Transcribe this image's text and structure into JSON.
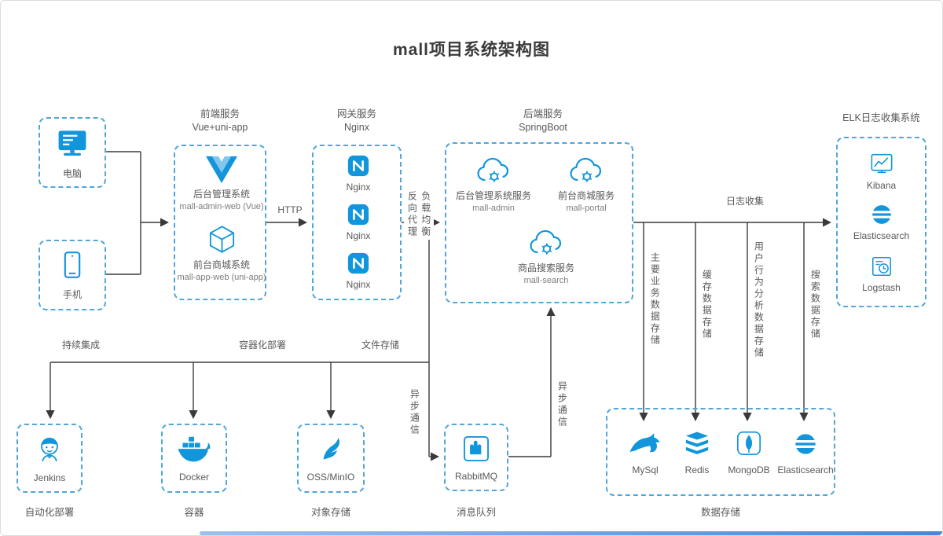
{
  "title": "mall项目系统架构图",
  "clients": {
    "computer": "电脑",
    "phone": "手机"
  },
  "frontend": {
    "title": "前端服务",
    "subtitle": "Vue+uni-app",
    "services": [
      {
        "name": "后台管理系统",
        "id": "mall-admin-web (Vue)"
      },
      {
        "name": "前台商城系统",
        "id": "mall-app-web (uni-app)"
      }
    ]
  },
  "gateway": {
    "title": "网关服务",
    "subtitle": "Nginx",
    "services": [
      {
        "name": "Nginx"
      },
      {
        "name": "Nginx"
      },
      {
        "name": "Nginx"
      }
    ]
  },
  "backend": {
    "title": "后端服务",
    "subtitle": "SpringBoot",
    "services": [
      {
        "name": "后台管理系统服务",
        "id": "mall-admin"
      },
      {
        "name": "前台商城服务",
        "id": "mall-portal"
      },
      {
        "name": "商品搜索服务",
        "id": "mall-search"
      }
    ]
  },
  "elk": {
    "title": "ELK日志收集系统",
    "services": [
      {
        "name": "Kibana"
      },
      {
        "name": "Elasticsearch"
      },
      {
        "name": "Logstash"
      }
    ]
  },
  "tools": [
    {
      "name": "Jenkins",
      "caption": "自动化部署"
    },
    {
      "name": "Docker",
      "caption": "容器"
    },
    {
      "name": "OSS/MinIO",
      "caption": "对象存储"
    },
    {
      "name": "RabbitMQ",
      "caption": "消息队列"
    }
  ],
  "datastore": {
    "caption": "数据存储",
    "services": [
      {
        "name": "MySql"
      },
      {
        "name": "Redis"
      },
      {
        "name": "MongoDB"
      },
      {
        "name": "Elasticsearch"
      }
    ]
  },
  "edges": {
    "http": "HTTP",
    "proxy_line1": "反向代理",
    "proxy_line2": "负载均衡",
    "log": "日志收集",
    "db_main": "主要业务数据存储",
    "db_cache": "缓存数据存储",
    "db_user": "用户行为分析数据存储",
    "db_search": "搜索数据存储",
    "ci": "持续集成",
    "container": "容器化部署",
    "file": "文件存储",
    "async_left": "异步通信",
    "async_right": "异步通信"
  },
  "colors": {
    "icon_blue": "#1296db",
    "box_dash": "#51a6da",
    "wire": "#3a3a3a"
  }
}
